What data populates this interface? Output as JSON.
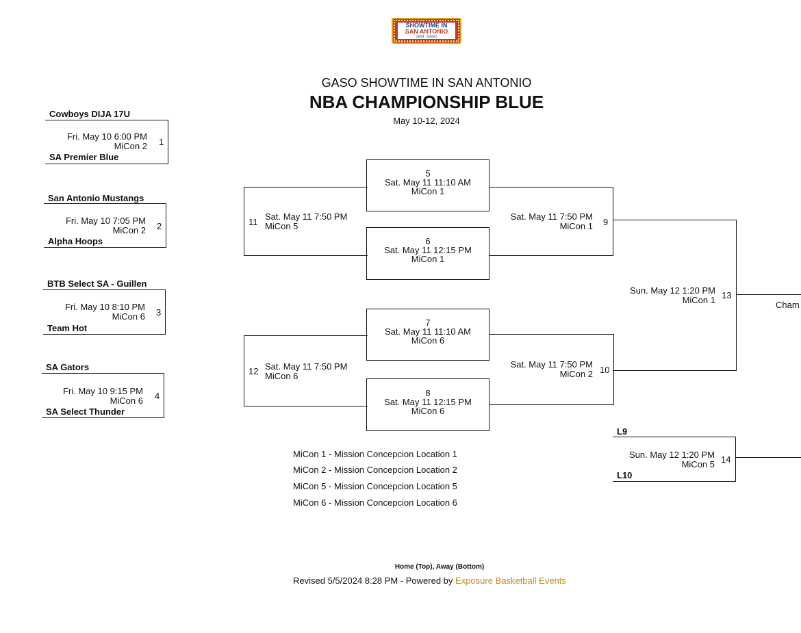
{
  "logo": {
    "line1": "SHOWTIME IN",
    "line2": "SAN ANTONIO",
    "line3": "2024 · GASO"
  },
  "header": {
    "event": "GASO SHOWTIME IN SAN ANTONIO",
    "division": "NBA CHAMPIONSHIP BLUE",
    "dates": "May 10-12, 2024"
  },
  "games": {
    "g1": {
      "num": "1",
      "home": "Cowboys DIJA 17U",
      "away": "SA Premier Blue",
      "time": "Fri. May 10 6:00 PM",
      "loc": "MiCon 2"
    },
    "g2": {
      "num": "2",
      "home": "San Antonio Mustangs",
      "away": "Alpha Hoops",
      "time": "Fri. May 10 7:05 PM",
      "loc": "MiCon 2"
    },
    "g3": {
      "num": "3",
      "home": "BTB Select SA - Guillen",
      "away": "Team Hot",
      "time": "Fri. May 10 8:10 PM",
      "loc": "MiCon 6"
    },
    "g4": {
      "num": "4",
      "home": "SA Gators",
      "away": "SA Select Thunder",
      "time": "Fri. May 10 9:15 PM",
      "loc": "MiCon 6"
    },
    "g5": {
      "num": "5",
      "time": "Sat. May 11 11:10 AM",
      "loc": "MiCon 1"
    },
    "g6": {
      "num": "6",
      "time": "Sat. May 11 12:15 PM",
      "loc": "MiCon 1"
    },
    "g7": {
      "num": "7",
      "time": "Sat. May 11 11:10 AM",
      "loc": "MiCon 6"
    },
    "g8": {
      "num": "8",
      "time": "Sat. May 11 12:15 PM",
      "loc": "MiCon 6"
    },
    "g9": {
      "num": "9",
      "time": "Sat. May 11 7:50 PM",
      "loc": "MiCon 1"
    },
    "g10": {
      "num": "10",
      "time": "Sat. May 11 7:50 PM",
      "loc": "MiCon 2"
    },
    "g11": {
      "num": "11",
      "time": "Sat. May 11 7:50 PM",
      "loc": "MiCon 5"
    },
    "g12": {
      "num": "12",
      "time": "Sat. May 11 7:50 PM",
      "loc": "MiCon 6"
    },
    "g13": {
      "num": "13",
      "time": "Sun. May 12 1:20 PM",
      "loc": "MiCon 1",
      "label": "Cham"
    },
    "g14": {
      "num": "14",
      "home": "L9",
      "away": "L10",
      "time": "Sun. May 12 1:20 PM",
      "loc": "MiCon 5"
    }
  },
  "legend": [
    "MiCon 1 - Mission Concepcion Location 1",
    "MiCon 2 - Mission Concepcion Location 2",
    "MiCon 5 - Mission Concepcion Location 5",
    "MiCon 6 - Mission Concepcion Location 6"
  ],
  "footer": {
    "note": "Home (Top), Away (Bottom)",
    "revised": "Revised 5/5/2024 8:28 PM - Powered by ",
    "link": "Exposure Basketball Events"
  }
}
